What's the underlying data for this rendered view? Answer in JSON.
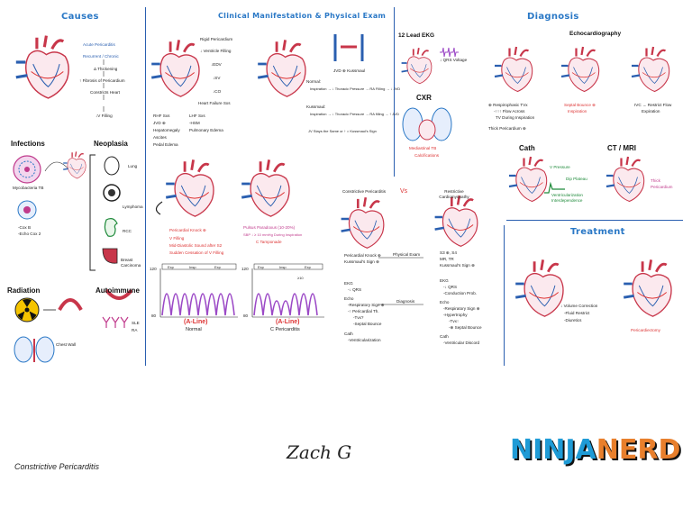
{
  "sections": {
    "causes": "Causes",
    "clinical": "Clinical Manifestation & Physical Exam",
    "diagnosis": "Diagnosis",
    "treatment": "Treatment"
  },
  "causes": {
    "flow": [
      "Acute Pericarditis",
      "Recurrent / Chronic",
      "Δ Thickening",
      "↑ Fibrosis of Pericardium",
      "Constricts Heart",
      "↓V Filling"
    ],
    "infections_title": "Infections",
    "infections": [
      "Mycobacteria TB",
      "-Cox B",
      "-Echo Cox 2"
    ],
    "neoplasia_title": "Neoplasia",
    "neoplasia": [
      "Lung",
      "Lymphoma",
      "RCC",
      "Breast Carcinoma"
    ],
    "radiation_title": "Radiation",
    "radiation_note": "Chest Wall",
    "autoimmune_title": "Autoimmune",
    "autoimmune": [
      "SLE",
      "RA"
    ]
  },
  "clinical": {
    "rhf_chain": [
      "Rigid Pericardium",
      "↓ Ventricle Filling",
      "↓EDV",
      "↓SV",
      "↓CO",
      "Heart Failure Sxs"
    ],
    "rhf_sxs_title": "RHF Sxs",
    "rhf_sxs": [
      "JVD ⊕",
      "Hepatomegaly",
      "Ascites",
      "Pedal Edema"
    ],
    "lhf_sxs_title": "LHF Sxs",
    "lhf_sxs": [
      "-HSM",
      "Pulmonary Edema"
    ],
    "kussmaul_title": "JVD ⊕ Kussmaul",
    "kussmaul": [
      "Normal:",
      "Inspiration → ↓ Thoracic Pressure → RA Filling → ↓ JVD",
      "Kussmaul:",
      "Inspiration → ↓ Thoracic Pressure → RA filling → ↑ JVD",
      "JV Stays the Same or ↑ = Kussmaul's Sign"
    ],
    "knock_title": "Pericardial Knock ⊕",
    "knock": [
      "V Filling",
      "Mid-Diastolic Sound after S2",
      "Sudden Cessation of V Filling"
    ],
    "pulsus_title": "Pulsus Paradoxus (10-20%)",
    "pulsus": [
      "SBP ↓ ≥ 10 mmHg During Inspiration",
      "C Tamponade"
    ],
    "waveform_labels": [
      "Exp",
      "Insp",
      "Exp"
    ],
    "axis_top": "120",
    "axis_bottom": "80",
    "aline_left": "(A-Line)",
    "aline_left_sub": "Normal",
    "aline_right": "(A-Line)",
    "aline_right_sub": "C Pericarditis",
    "delta": "≥10"
  },
  "comparison": {
    "left_title": "Constrictive Pericarditis",
    "vs": "Vs",
    "right_title": "Restrictive Cardiomyopathy",
    "physical_exam_label": "Physical Exam",
    "diagnosis_label": "Diagnosis",
    "left_pe": [
      "Pericardial Knock ⊕",
      "Kussmaul's Sign ⊕"
    ],
    "right_pe": [
      "S3 ⊕, S4",
      "MR, TR",
      "Kussmaul's Sign ⊕"
    ],
    "left_dx": [
      "EKG",
      "-↓ QRS",
      "Echo",
      "-Respiratory Sign ⊕",
      "-↑ Pericardial Th.",
      "-Tvx?",
      "-Septal Bounce",
      "Cath",
      "-Ventricularization"
    ],
    "right_dx": [
      "EKG",
      "-↓ QRS",
      "-Conduction Prob.",
      "Echo",
      "-Respiratory Sign ⊕",
      "-Hypertrophy",
      "-Tvx↑",
      "-⊕ Septal Bounce",
      "Cath",
      "-Ventricular Discord"
    ]
  },
  "diagnosis": {
    "ekg_title": "12 Lead EKG",
    "ekg_note": "↓ QRS Voltage",
    "cxr_title": "CXR",
    "cxr_note": [
      "Mediastinal TB",
      "Calcifications"
    ],
    "echo_title": "Echocardiography",
    "echo_notes": [
      "⊕ Respirophasic TVx",
      "-↑↑↑ Flow Across",
      "TV During Inspiration",
      "Septal Bounce ⊕",
      "Inspiration",
      "IVC → Restrict Flow",
      "Expiration",
      "Thick Pericardium ⊕"
    ],
    "cath_title": "Cath",
    "cath_notes": [
      "V Pressure",
      "Dip Plateau",
      "Ventricularization Interdependence"
    ],
    "ctmri_title": "CT / MRI",
    "ctmri_note": [
      "Thick",
      "Pericardium"
    ]
  },
  "treatment": {
    "notes": [
      "↓ Volume Correction",
      "-Fluid Restrict",
      "-Diuretics"
    ],
    "surgery": "Pericardiectomy"
  },
  "footer": {
    "title": "Constrictive Pericarditis",
    "signature": "Zach G",
    "logo_left": "NINJA",
    "logo_right": "NERD"
  }
}
